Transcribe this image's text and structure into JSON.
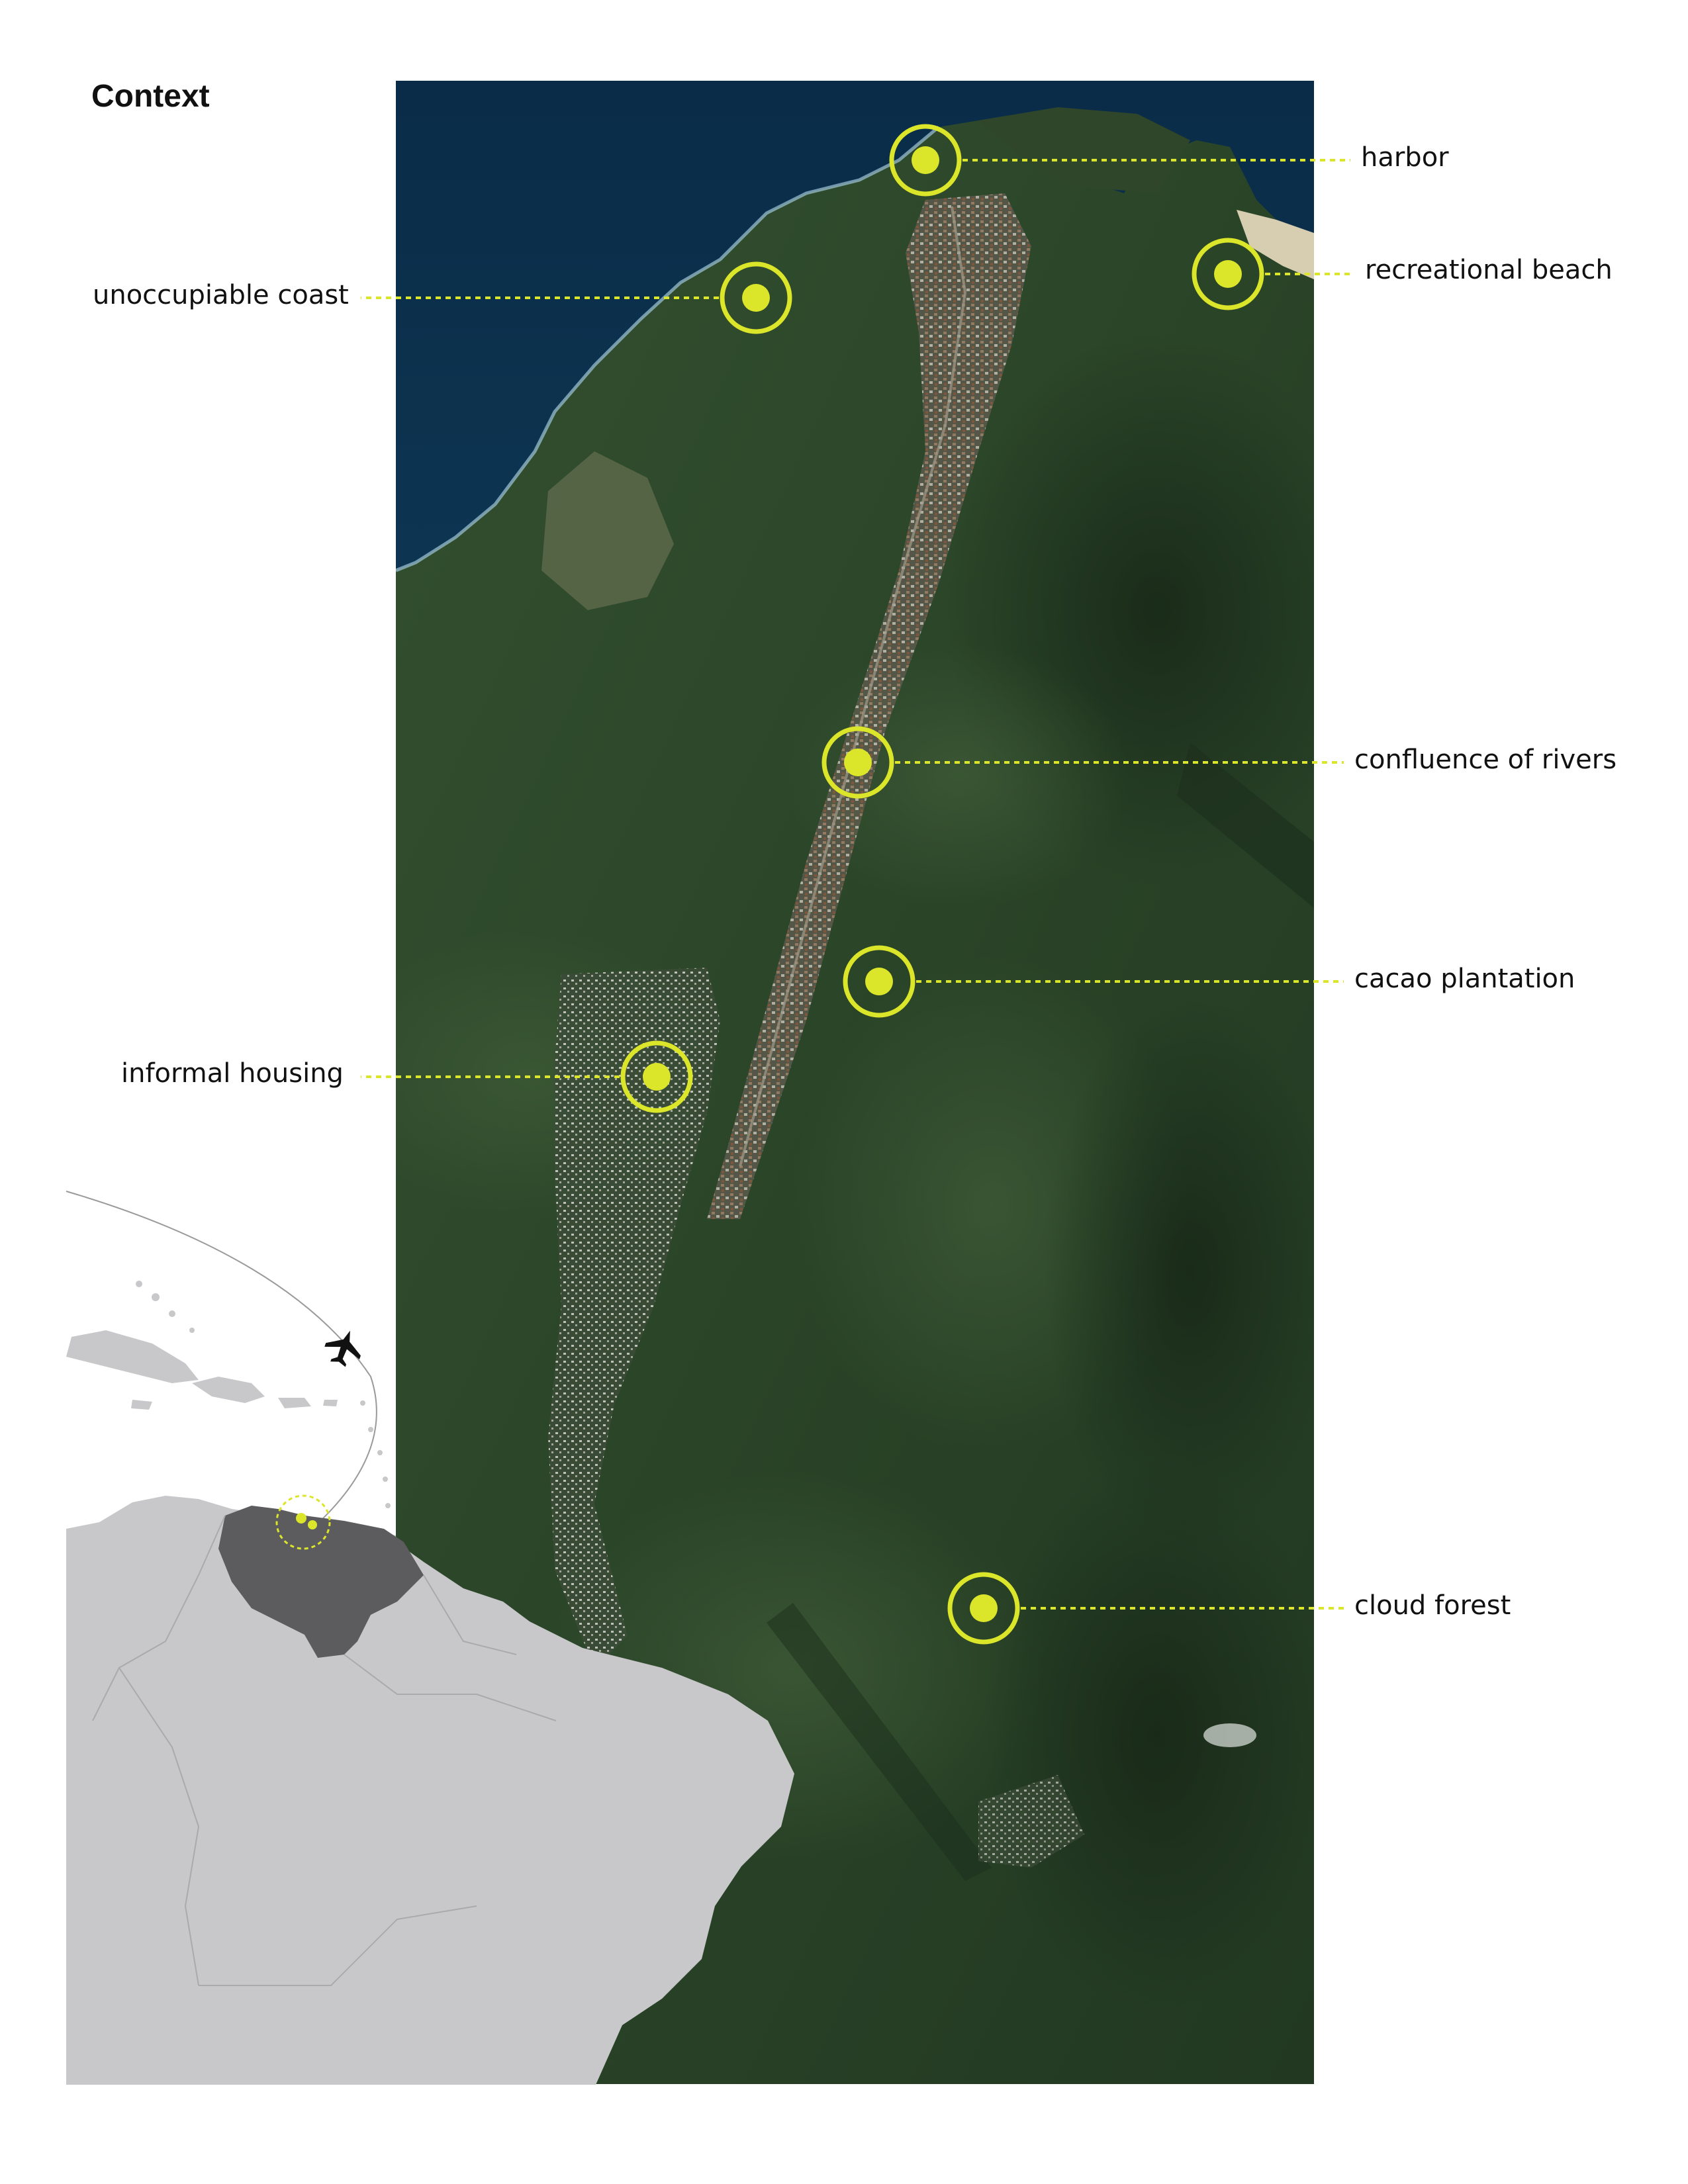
{
  "title": "Context",
  "accent_color": "#dbe62a",
  "satellite_colors": {
    "ocean": "#0d3656",
    "coast": "#1b5a7a",
    "forest": "#2f4a2c",
    "forest_dark": "#1f321e",
    "town": "#8a7a6a"
  },
  "inset_map_colors": {
    "land": "#c8c8ca",
    "highlight_country": "#5c5c5e",
    "route_line": "#9a9a9a"
  },
  "markers": [
    {
      "id": "harbor",
      "label": "harbor",
      "side": "right"
    },
    {
      "id": "recreational-beach",
      "label": "recreational beach",
      "side": "right"
    },
    {
      "id": "unoccupiable-coast",
      "label": "unoccupiable coast",
      "side": "left"
    },
    {
      "id": "confluence-of-rivers",
      "label": "confluence of rivers",
      "side": "right"
    },
    {
      "id": "cacao-plantation",
      "label": "cacao plantation",
      "side": "right"
    },
    {
      "id": "informal-housing",
      "label": "informal housing",
      "side": "left"
    },
    {
      "id": "cloud-forest",
      "label": "cloud forest",
      "side": "right"
    }
  ],
  "inset_icons": [
    "airplane-icon"
  ]
}
